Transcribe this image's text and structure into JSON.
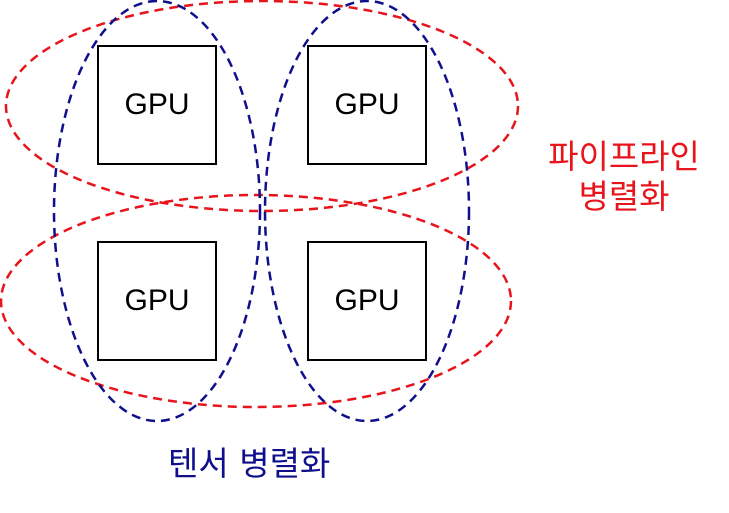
{
  "gpus": [
    {
      "label": "GPU"
    },
    {
      "label": "GPU"
    },
    {
      "label": "GPU"
    },
    {
      "label": "GPU"
    }
  ],
  "pipeline_parallel": {
    "line1": "파이프라인",
    "line2": "병렬화",
    "color": "#e8141b"
  },
  "tensor_parallel": {
    "label": "텐서 병렬화",
    "color": "#0f0f8c"
  }
}
